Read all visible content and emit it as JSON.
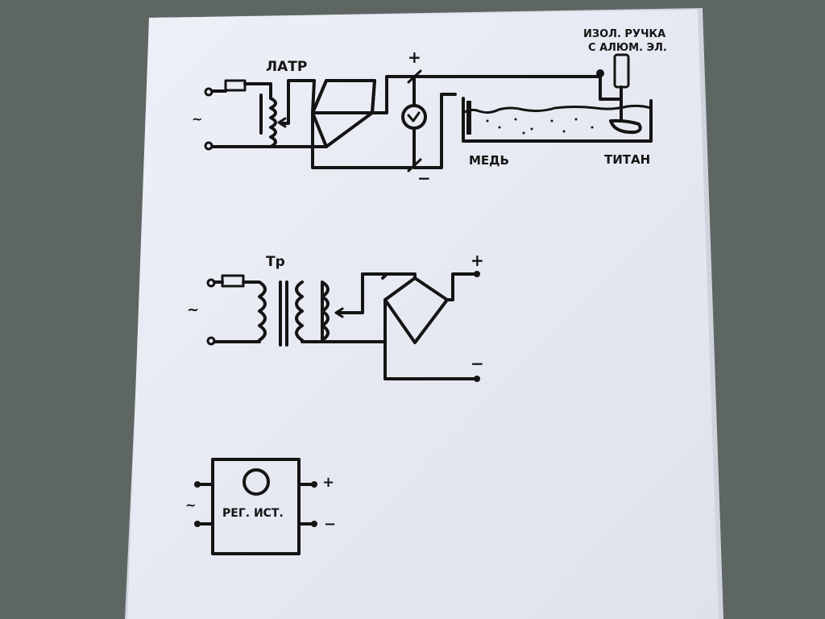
{
  "colors": {
    "background": "#5d6663",
    "paper": "#e9ecf5",
    "ink": "#141414"
  },
  "circuit1": {
    "latr_label": "ЛАТР",
    "ac_symbol": "~",
    "plus": "+",
    "minus": "−",
    "handle_label_line1": "ИЗОЛ. РУЧКА",
    "handle_label_line2": "С АЛЮМ. ЭЛ.",
    "copper_label": "МЕДЬ",
    "titanium_label": "ТИТАН"
  },
  "circuit2": {
    "transformer_label": "Тр",
    "ac_symbol": "~",
    "plus": "+",
    "minus": "−"
  },
  "circuit3": {
    "box_label": "РЕГ. ИСТ.",
    "ac_symbol": "~",
    "plus": "+",
    "minus": "−"
  }
}
